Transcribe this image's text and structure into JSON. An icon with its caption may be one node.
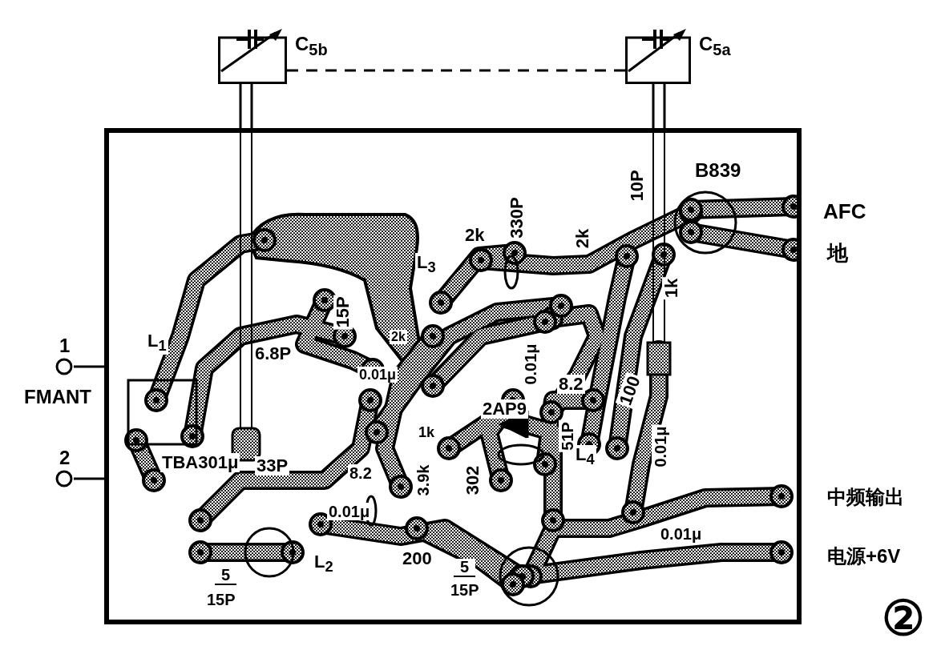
{
  "diagram": {
    "nodes": [
      {
        "text": [
          "C$_{5b}$"
        ]
      },
      {
        "text": [
          "C$_{5a}$"
        ]
      },
      {
        "text": [],
        "shape": "box"
      },
      {
        "text": [
          "1"
        ]
      },
      {
        "text": [
          "2"
        ]
      }
    ],
    "edges": [
      {
        "from": 0,
        "to": 1,
        "arrow": "none",
        "style": "dashed"
      },
      {
        "from": 0,
        "to": 2,
        "arrow": "none"
      },
      {
        "from": 1,
        "to": 2,
        "arrow": "none"
      },
      {
        "from": 3,
        "to": 2,
        "arrow": "none"
      },
      {
        "from": 4,
        "to": 2,
        "arrow": "none"
      }
    ],
    "labels": [
      "B839",
      "10P",
      "AFC",
      "2k",
      "330P",
      "2k",
      "地",
      "L$_{3}$",
      "1k",
      "15P",
      "L$_{1}$",
      "6.8P",
      "2k",
      "0.01μ",
      "0.01μ",
      "8.2",
      "100",
      "2AP9",
      "1k",
      "FMANT",
      "51P",
      "L$_{4}$",
      "0.01μ",
      "TBA301μ",
      "33P",
      "8.2",
      "3.9k",
      "302",
      "中频输出",
      "0.01μ",
      "0.01μ",
      "L$_{2}$",
      "200",
      "电源+6V",
      "5",
      "15P",
      "5",
      "15P",
      "②"
    ]
  }
}
